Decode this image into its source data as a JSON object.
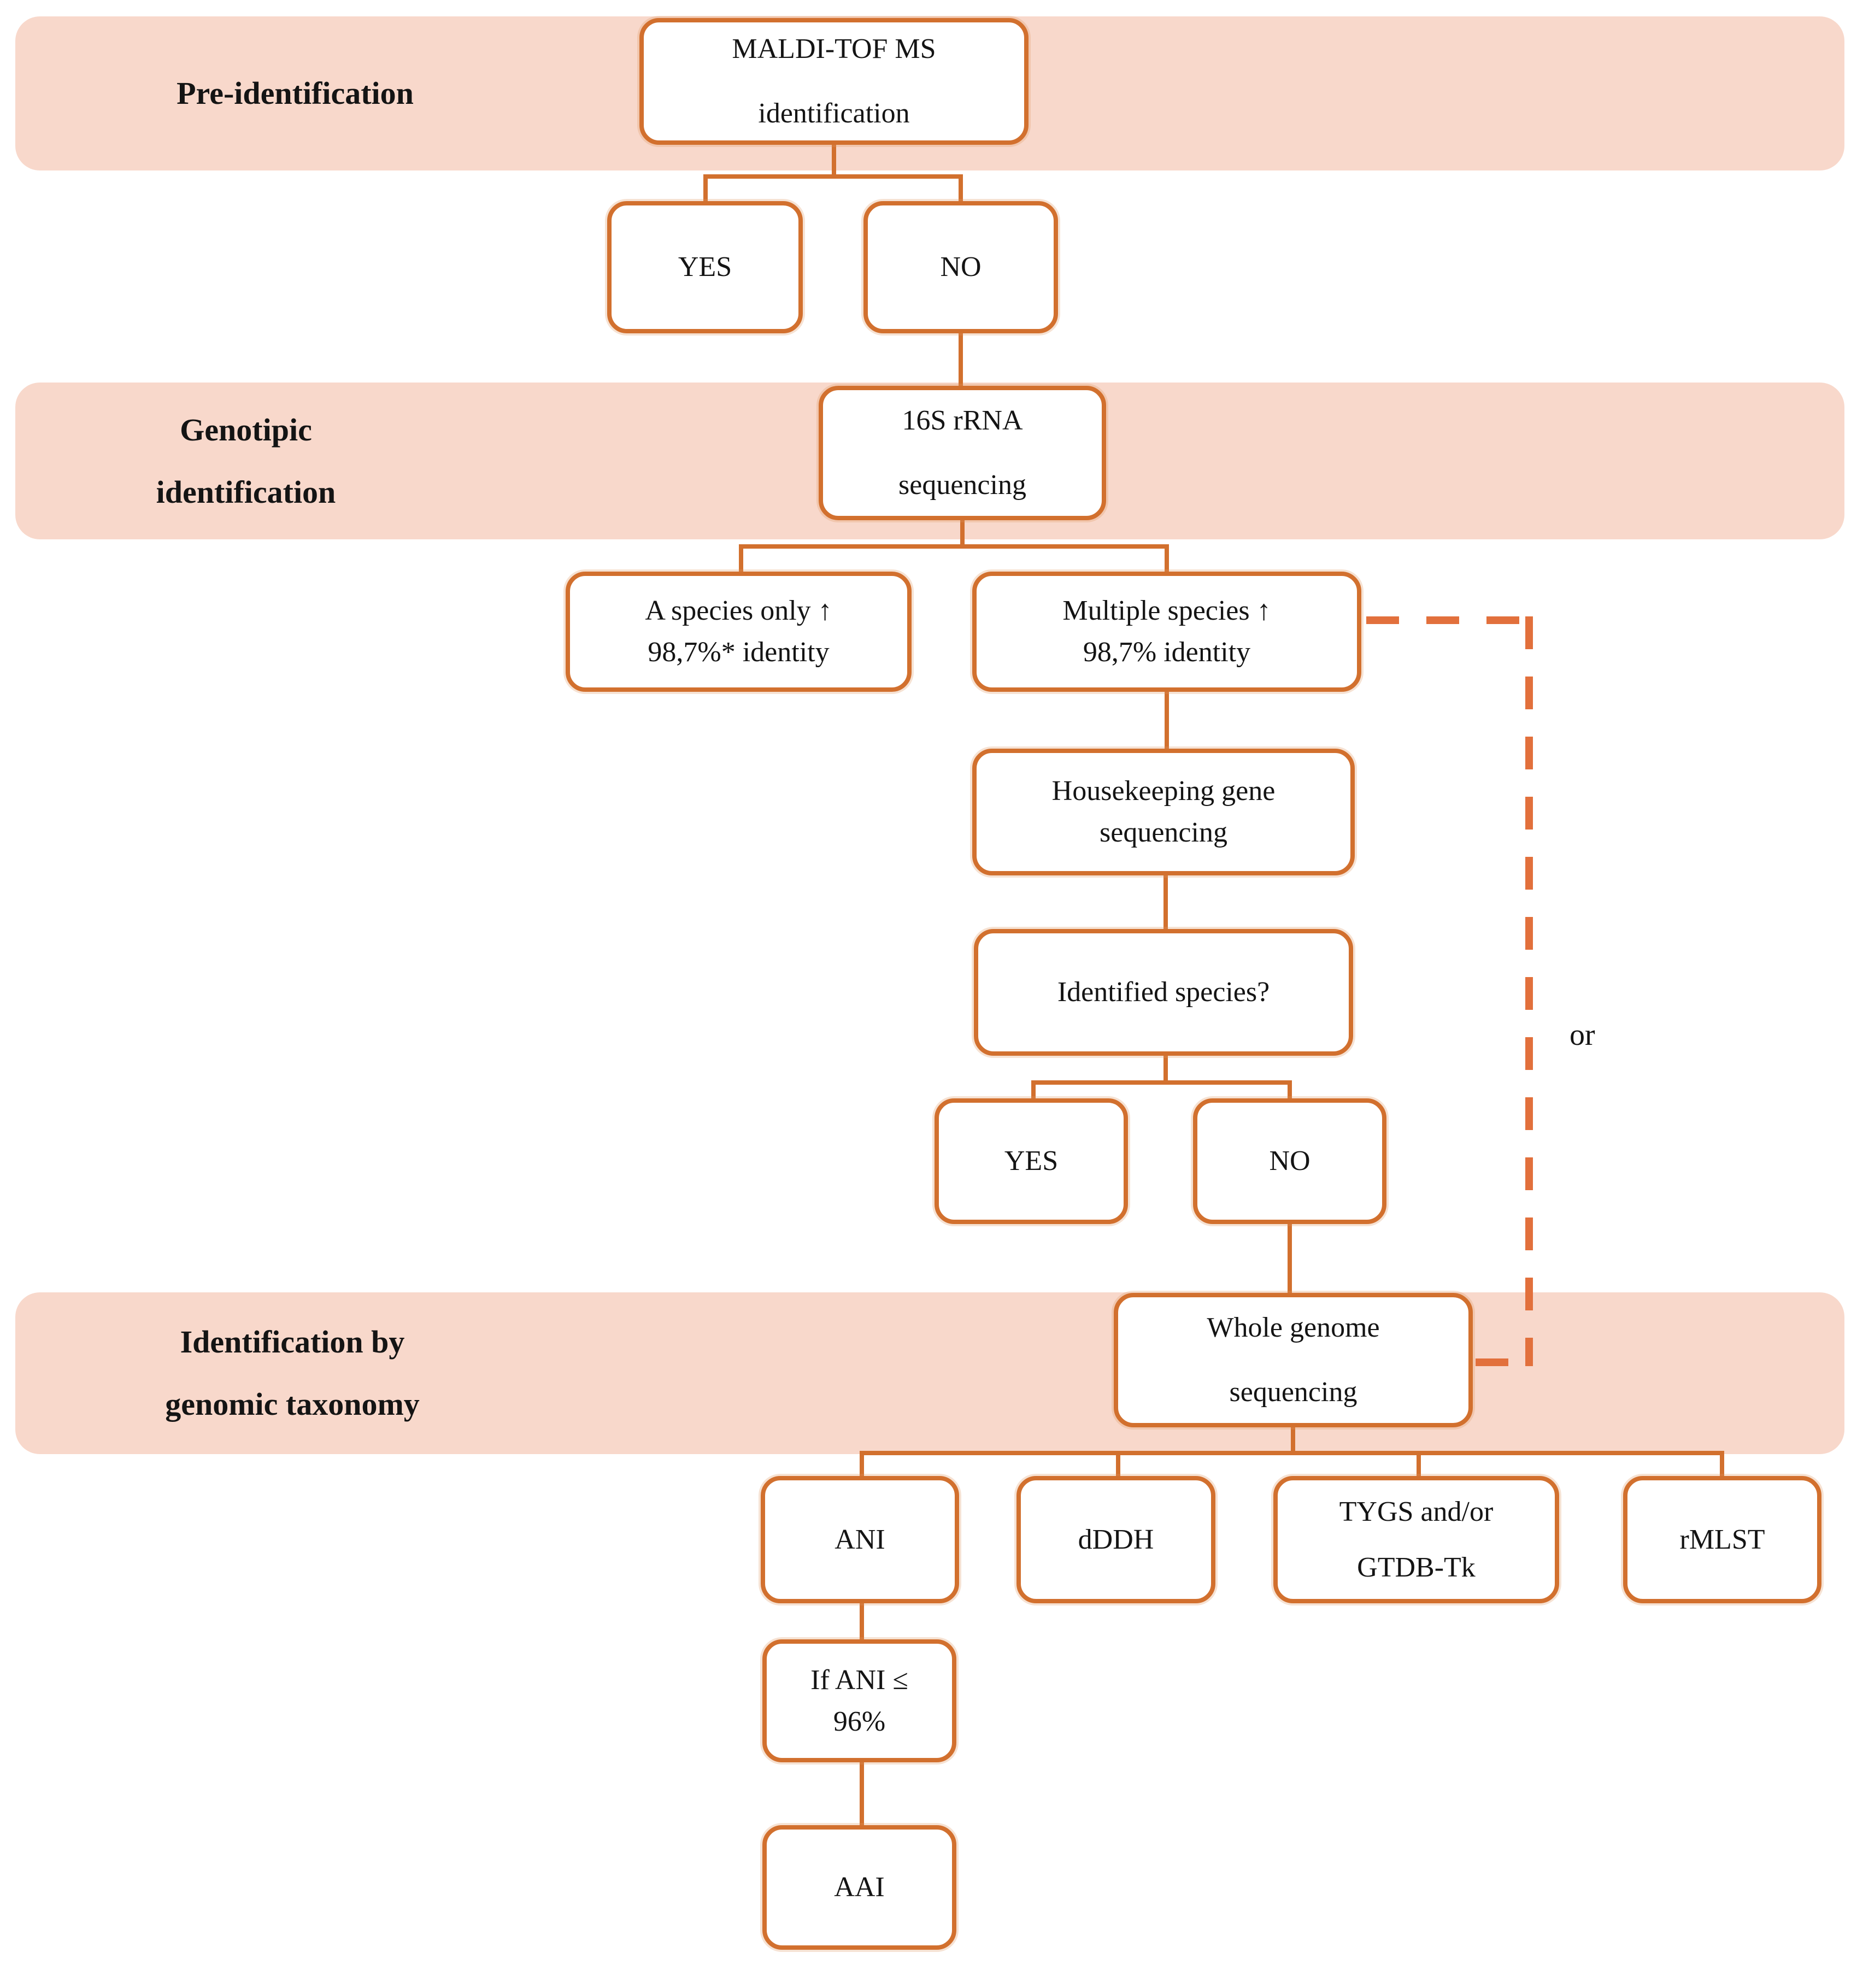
{
  "title": "Bacterial identification workflow flowchart",
  "bands": {
    "pre": {
      "label": "Pre-identification"
    },
    "geno": {
      "line1": "Genotipic",
      "line2": "identification"
    },
    "tax": {
      "line1": "Identification by",
      "line2": "genomic taxonomy"
    }
  },
  "nodes": {
    "maldi": {
      "line1": "MALDI-TOF MS",
      "line2": "identification"
    },
    "yes1": {
      "label": "YES"
    },
    "no1": {
      "label": "NO"
    },
    "s16": {
      "line1": "16S rRNA",
      "line2": "sequencing"
    },
    "aspecies": {
      "line1": "A species only ↑",
      "line2": "98,7%* identity"
    },
    "multispecies": {
      "line1": "Multiple species ↑",
      "line2": "98,7% identity"
    },
    "housekeeping": {
      "line1": "Housekeeping gene",
      "line2": "sequencing"
    },
    "identified": {
      "label": "Identified species?"
    },
    "yes2": {
      "label": "YES"
    },
    "no2": {
      "label": "NO"
    },
    "wgs": {
      "line1": "Whole genome",
      "line2": "sequencing"
    },
    "ani": {
      "label": "ANI"
    },
    "dddh": {
      "label": "dDDH"
    },
    "tygs": {
      "line1": "TYGS and/or",
      "line2": "GTDB-Tk"
    },
    "rmlst": {
      "label": "rMLST"
    },
    "ifani": {
      "line1": "If ANI ≤",
      "line2": "96%"
    },
    "aai": {
      "label": "AAI"
    }
  },
  "labels": {
    "or": "or"
  },
  "colors": {
    "band_background": "#F8D8CB",
    "node_border": "#D2702E",
    "connector": "#D2702E",
    "dashed_connector": "#E2703C",
    "text": "#141414"
  }
}
